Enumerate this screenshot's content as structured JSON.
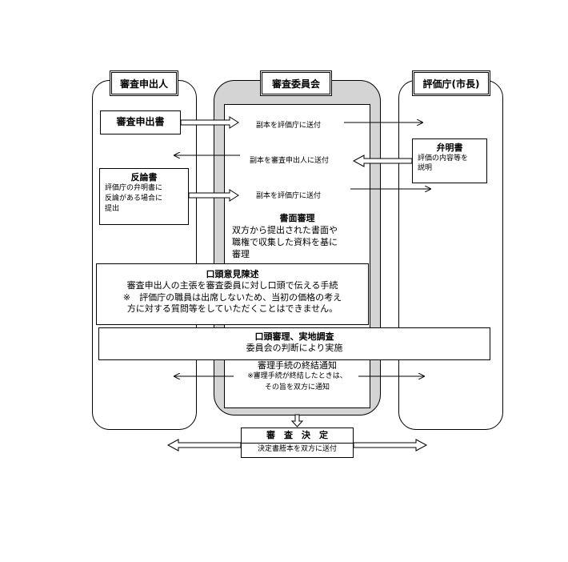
{
  "lanes": {
    "applicant": {
      "title": "審査申出人"
    },
    "committee": {
      "title": "審査委員会"
    },
    "assessor": {
      "title": "評価庁(市長)"
    }
  },
  "steps": {
    "application": {
      "label": "審査申出書"
    },
    "copy_to_assessor_1": "副本を評価庁に送付",
    "copy_to_applicant": "副本を審査申出人に送付",
    "explanation": {
      "title": "弁明書",
      "body": "評価の内容等を\n説明"
    },
    "rebuttal": {
      "title": "反論書",
      "body": "評価庁の弁明書に\n反論がある場合に\n提出"
    },
    "copy_to_assessor_2": "副本を評価庁に送付",
    "document_review": {
      "title": "書面審理",
      "body": "双方から提出された書面や\n職権で収集した資料を基に\n審理"
    },
    "oral_statement": {
      "title": "口頭意見陳述",
      "line1": "審査申出人の主張を審査委員に対し口頭で伝える手続",
      "line2": "※　評価庁の職員は出席しないため、当初の価格の考え",
      "line3": "方に対する質問等をしていただくことはできません。"
    },
    "oral_hearing": {
      "title": "口頭審理、実地調査",
      "body": "委員会の判断により実施"
    },
    "termination": {
      "title": "審理手続の終結通知",
      "line1": "※審理手続が終結したときは、",
      "line2": "その旨を双方に通知"
    },
    "decision": {
      "title": "審　査　決　定",
      "body": "決定書謄本を双方に送付"
    }
  }
}
